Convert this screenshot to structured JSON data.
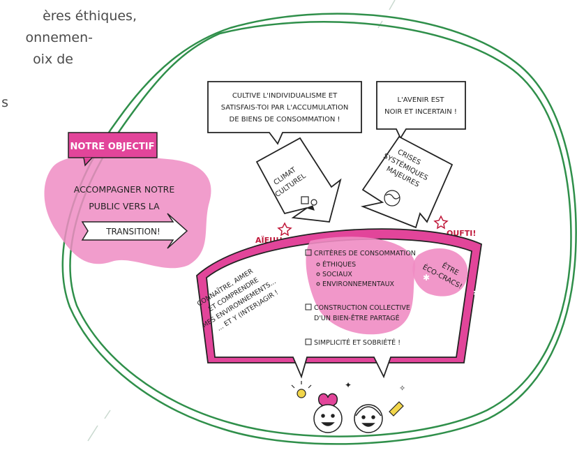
{
  "page_text": {
    "lines": [
      "ères éthiques,",
      "onnemen-",
      "oix de",
      "s"
    ]
  },
  "objective": {
    "title": "NOTRE OBJECTIF",
    "lines": [
      "ACCOMPAGNER NOTRE",
      "PUBLIC VERS LA"
    ],
    "arrow_label": "TRANSITION!"
  },
  "speech_left": [
    "CULTIVE L'INDIVIDUALISME ET",
    "SATISFAIS-TOI PAR L'ACCUMULATION",
    "DE BIENS DE CONSOMMATION !"
  ],
  "speech_right": [
    "L'AVENIR EST",
    "NOIR ET INCERTAIN !"
  ],
  "sign_left": [
    "CLIMAT",
    "CULTUREL"
  ],
  "sign_right": [
    "CRISES",
    "SYSTÉMIQUES",
    "MAJEURES"
  ],
  "exclaim_left": "AÏEU!!",
  "exclaim_right": "OUFTI!",
  "shield": {
    "left": [
      "CONNAÎTRE, AIMER",
      "ET COMPRENDRE",
      "MES ENVIRONNEMENTS...",
      "... ET Y (INTER)AGIR !"
    ],
    "criteria_title": "CRITÈRES DE CONSOMMATION",
    "criteria_items": [
      "ÉTHIQUES",
      "SOCIAUX",
      "ENVIRONNEMENTAUX"
    ],
    "construction": [
      "CONSTRUCTION COLLECTIVE",
      "D'UN BIEN-ÊTRE PARTAGÉ"
    ],
    "simplicity": "SIMPLICITÉ ET SOBRIÉTÉ !",
    "right": [
      "ÊTRE",
      "ÉCO-CRACS!"
    ]
  },
  "colors": {
    "pink": "#e2459a",
    "pink_light": "#ef8cc3",
    "green": "#2f8f4a",
    "ink": "#222222"
  }
}
